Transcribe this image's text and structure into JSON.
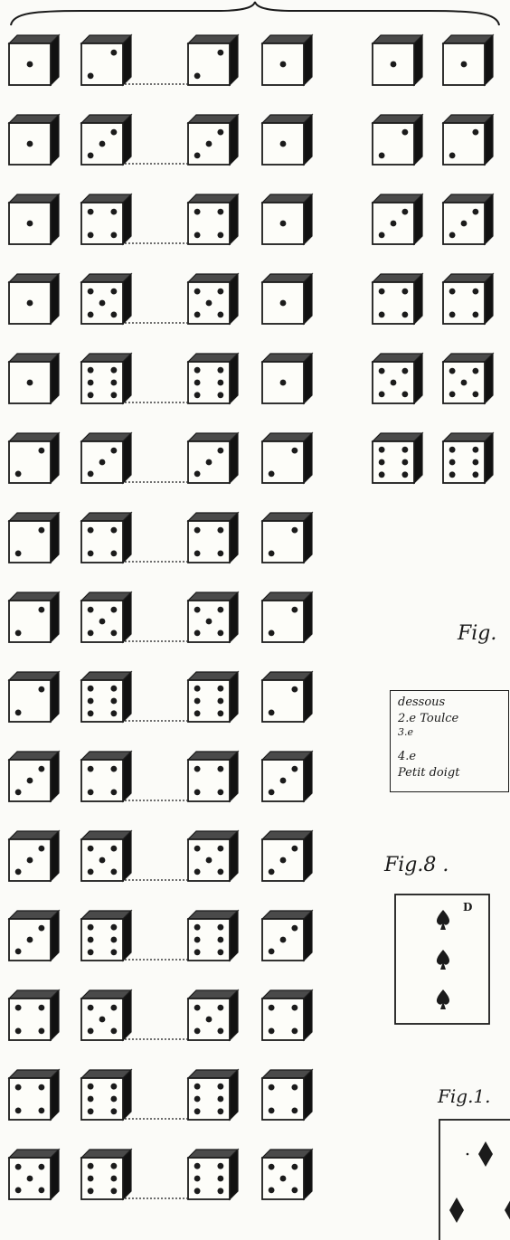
{
  "labels": {
    "fig_top": "Fig.",
    "fig_8": "Fig.8 .",
    "fig_bottom": "Fig.1."
  },
  "legend": {
    "lines": [
      "dessous",
      "2.e Toulce",
      "3.e",
      "4.e",
      "Petit doigt"
    ]
  },
  "card_letter": "D",
  "dice_rows_left": [
    [
      1,
      2,
      2,
      1
    ],
    [
      1,
      3,
      3,
      1
    ],
    [
      1,
      4,
      4,
      1
    ],
    [
      1,
      5,
      5,
      1
    ],
    [
      1,
      6,
      6,
      1
    ],
    [
      2,
      3,
      3,
      2
    ],
    [
      2,
      4,
      4,
      2
    ],
    [
      2,
      5,
      5,
      2
    ],
    [
      2,
      6,
      6,
      2
    ],
    [
      3,
      4,
      4,
      3
    ],
    [
      3,
      5,
      5,
      3
    ],
    [
      3,
      6,
      6,
      3
    ],
    [
      4,
      5,
      5,
      4
    ],
    [
      4,
      6,
      6,
      4
    ],
    [
      5,
      6,
      6,
      5
    ]
  ],
  "dice_rows_right": [
    [
      1,
      1
    ],
    [
      2,
      2
    ],
    [
      3,
      3
    ],
    [
      4,
      4
    ],
    [
      5,
      5
    ],
    [
      6,
      6
    ]
  ],
  "colors": {
    "ink": "#1b1b1b",
    "paper": "#fbfbf8"
  }
}
